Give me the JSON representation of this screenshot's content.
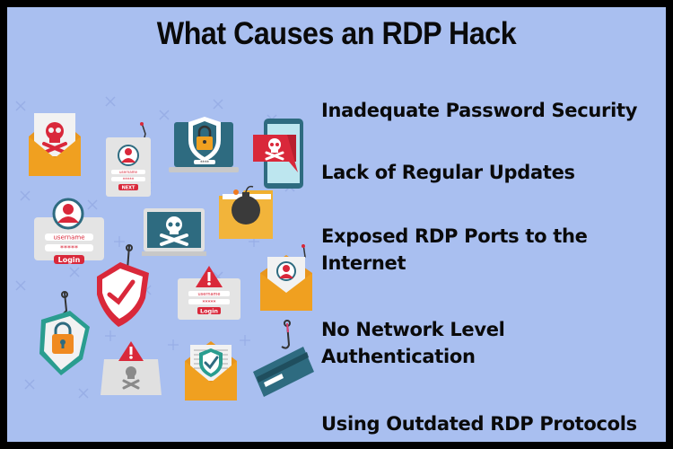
{
  "title": "What Causes an RDP Hack",
  "causes": [
    {
      "line1": "Inadequate Password Security",
      "line2": ""
    },
    {
      "line1": "Lack of Regular Updates",
      "line2": ""
    },
    {
      "line1": "Exposed RDP Ports to the",
      "line2": "Internet"
    },
    {
      "line1": "No Network Level",
      "line2": "Authentication"
    },
    {
      "line1": "Using Outdated RDP Protocols",
      "line2": ""
    }
  ],
  "illustration": {
    "labels": {
      "username": "username",
      "password_mask": "*****",
      "next": "NEXT",
      "login": "Login",
      "pin_mask": "****"
    },
    "icons": [
      "skull-envelope-icon",
      "phishing-login-card-icon",
      "locked-laptop-icon",
      "phone-skull-message-icon",
      "login-form-icon",
      "skull-monitor-icon",
      "bomb-folder-icon",
      "phishing-shield-check-icon",
      "warning-login-form-icon",
      "phishing-envelope-icon",
      "hooked-lock-shield-icon",
      "warning-laptop-icon",
      "shield-envelope-icon",
      "hooked-credit-card-icon"
    ]
  },
  "colors": {
    "background": "#a9bff0",
    "border": "#000000",
    "text": "#0a0a0a",
    "accent_red": "#d9283a",
    "accent_orange": "#f0a020",
    "accent_teal": "#2e6b80"
  }
}
